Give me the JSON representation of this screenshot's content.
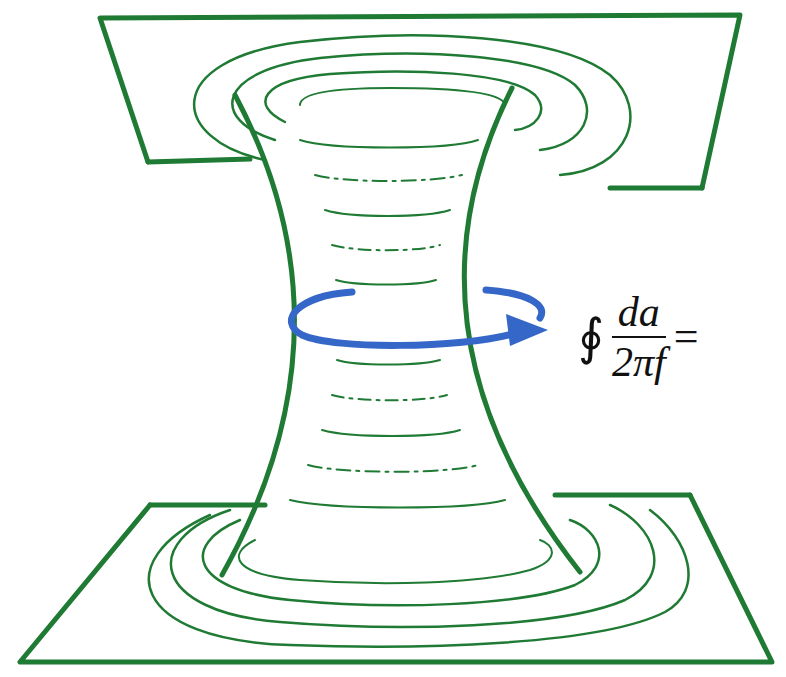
{
  "diagram": {
    "labels": [
      "∮",
      "da",
      "2πf",
      "="
    ]
  }
}
